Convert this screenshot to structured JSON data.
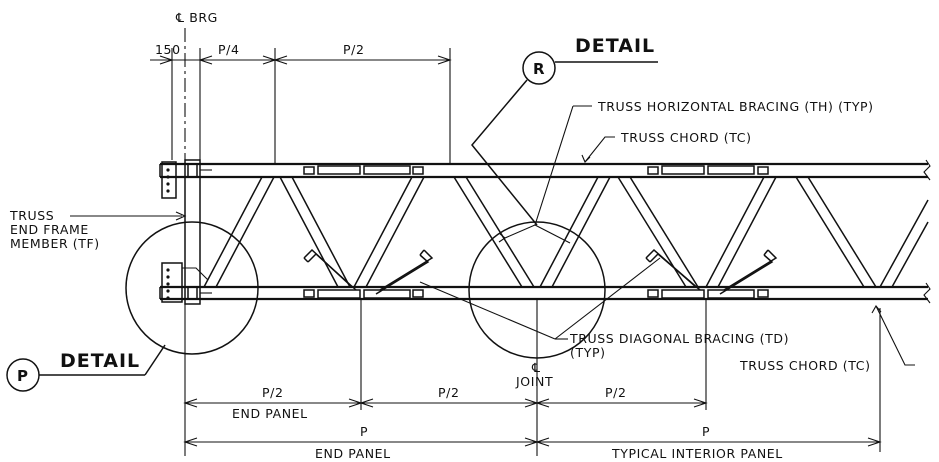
{
  "labels": {
    "cl_brg": "℄ BRG",
    "dim_150": "150",
    "dim_p4": "P/4",
    "dim_p2_top": "P/2",
    "detail_r_letter": "R",
    "detail_r_word": "DETAIL",
    "detail_p_letter": "P",
    "detail_p_word": "DETAIL",
    "th_label": "TRUSS HORIZONTAL BRACING (TH)  (TYP)",
    "tc_top_label": "TRUSS CHORD (TC)",
    "tf_line1": "TRUSS",
    "tf_line2": "END FRAME",
    "tf_line3": "MEMBER (TF)",
    "td_line1": "TRUSS DIAGONAL BRACING (TD)",
    "td_line2": "(TYP)",
    "cl_joint_line1": "℄",
    "cl_joint_line2": "JOINT",
    "tc_bottom_label": "TRUSS CHORD (TC)",
    "dim_p2_a": "P/2",
    "dim_p2_b": "P/2",
    "dim_p2_c": "P/2",
    "end_panel_small": "END PANEL",
    "dim_p_a": "P",
    "dim_p_b": "P",
    "end_panel": "END PANEL",
    "typical_interior_panel": "TYPICAL INTERIOR PANEL"
  }
}
